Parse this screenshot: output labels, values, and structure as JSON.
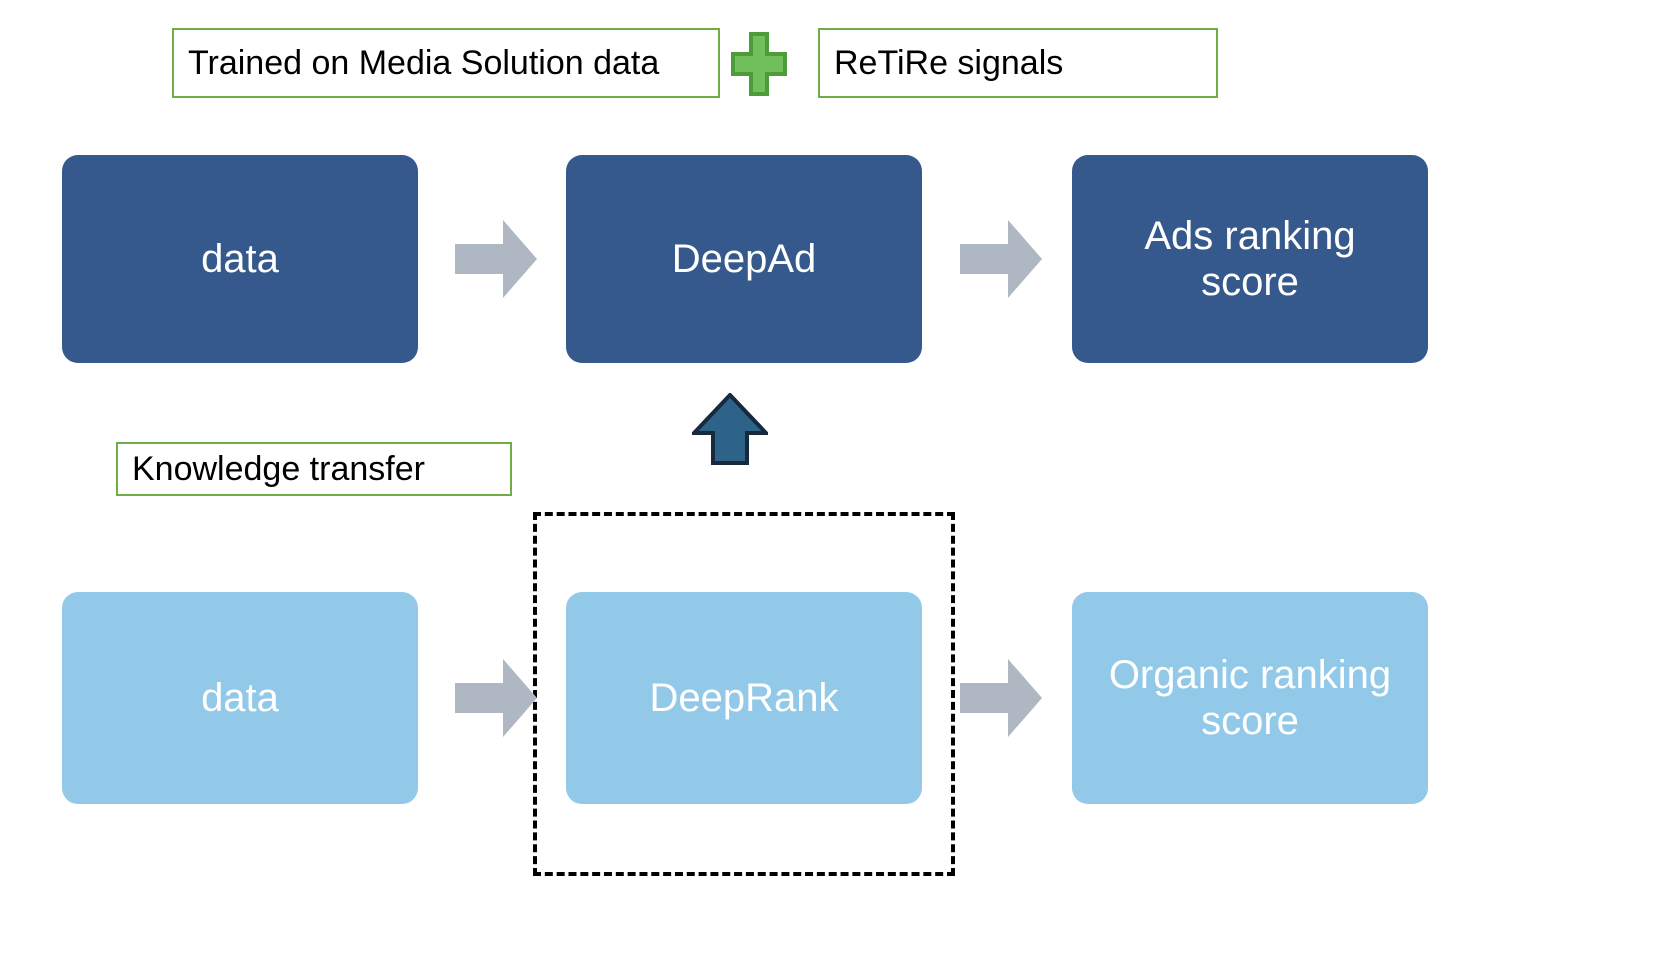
{
  "diagram": {
    "title": "DeepAd / DeepRank knowledge transfer diagram",
    "colors": {
      "dark_blue": "#35598C",
      "light_blue": "#92C9E8",
      "grey_arrow": "#AFB8C2",
      "green_border": "#70AD47",
      "green_plus": "#6FBF5C",
      "green_plus_border": "#4E9B3C",
      "up_arrow_fill": "#2E6389",
      "up_arrow_border": "#17293C",
      "dashed_border": "#000000",
      "text_on_box": "#FFFFFF",
      "text_dark": "#000000",
      "background": "#FFFFFF"
    },
    "annotations": [
      {
        "id": "trained-on",
        "label": "Trained on Media Solution data"
      },
      {
        "id": "retire",
        "label": "ReTiRe signals"
      },
      {
        "id": "knowledge-transfer",
        "label": "Knowledge transfer"
      }
    ],
    "plus_icon": {
      "name": "plus-icon",
      "symbol": "+"
    },
    "ads_row": {
      "name": "ads-pipeline-row",
      "nodes": [
        {
          "id": "ads-data",
          "label": "data",
          "style": "dark"
        },
        {
          "id": "deepad",
          "label": "DeepAd",
          "style": "dark"
        },
        {
          "id": "ads-ranking-score",
          "label": "Ads ranking\nscore",
          "line1": "Ads ranking",
          "line2": "score",
          "style": "dark"
        }
      ],
      "arrows": [
        {
          "id": "ads-arrow-1",
          "name": "right-arrow-icon"
        },
        {
          "id": "ads-arrow-2",
          "name": "right-arrow-icon"
        }
      ]
    },
    "organic_row": {
      "name": "organic-pipeline-row",
      "nodes": [
        {
          "id": "organic-data",
          "label": "data",
          "style": "light"
        },
        {
          "id": "deeprank",
          "label": "DeepRank",
          "style": "light"
        },
        {
          "id": "organic-ranking-score",
          "label": "Organic ranking\nscore",
          "line1": "Organic ranking",
          "line2": "score",
          "style": "light"
        }
      ],
      "arrows": [
        {
          "id": "organic-arrow-1",
          "name": "right-arrow-icon"
        },
        {
          "id": "organic-arrow-2",
          "name": "right-arrow-icon"
        }
      ]
    },
    "transfer_arrow": {
      "id": "knowledge-transfer-arrow",
      "name": "up-arrow-icon",
      "from": "deeprank",
      "to": "deepad"
    },
    "dashed_group": {
      "id": "deeprank-group",
      "name": "dashed-group-box",
      "contains": "deeprank"
    }
  }
}
